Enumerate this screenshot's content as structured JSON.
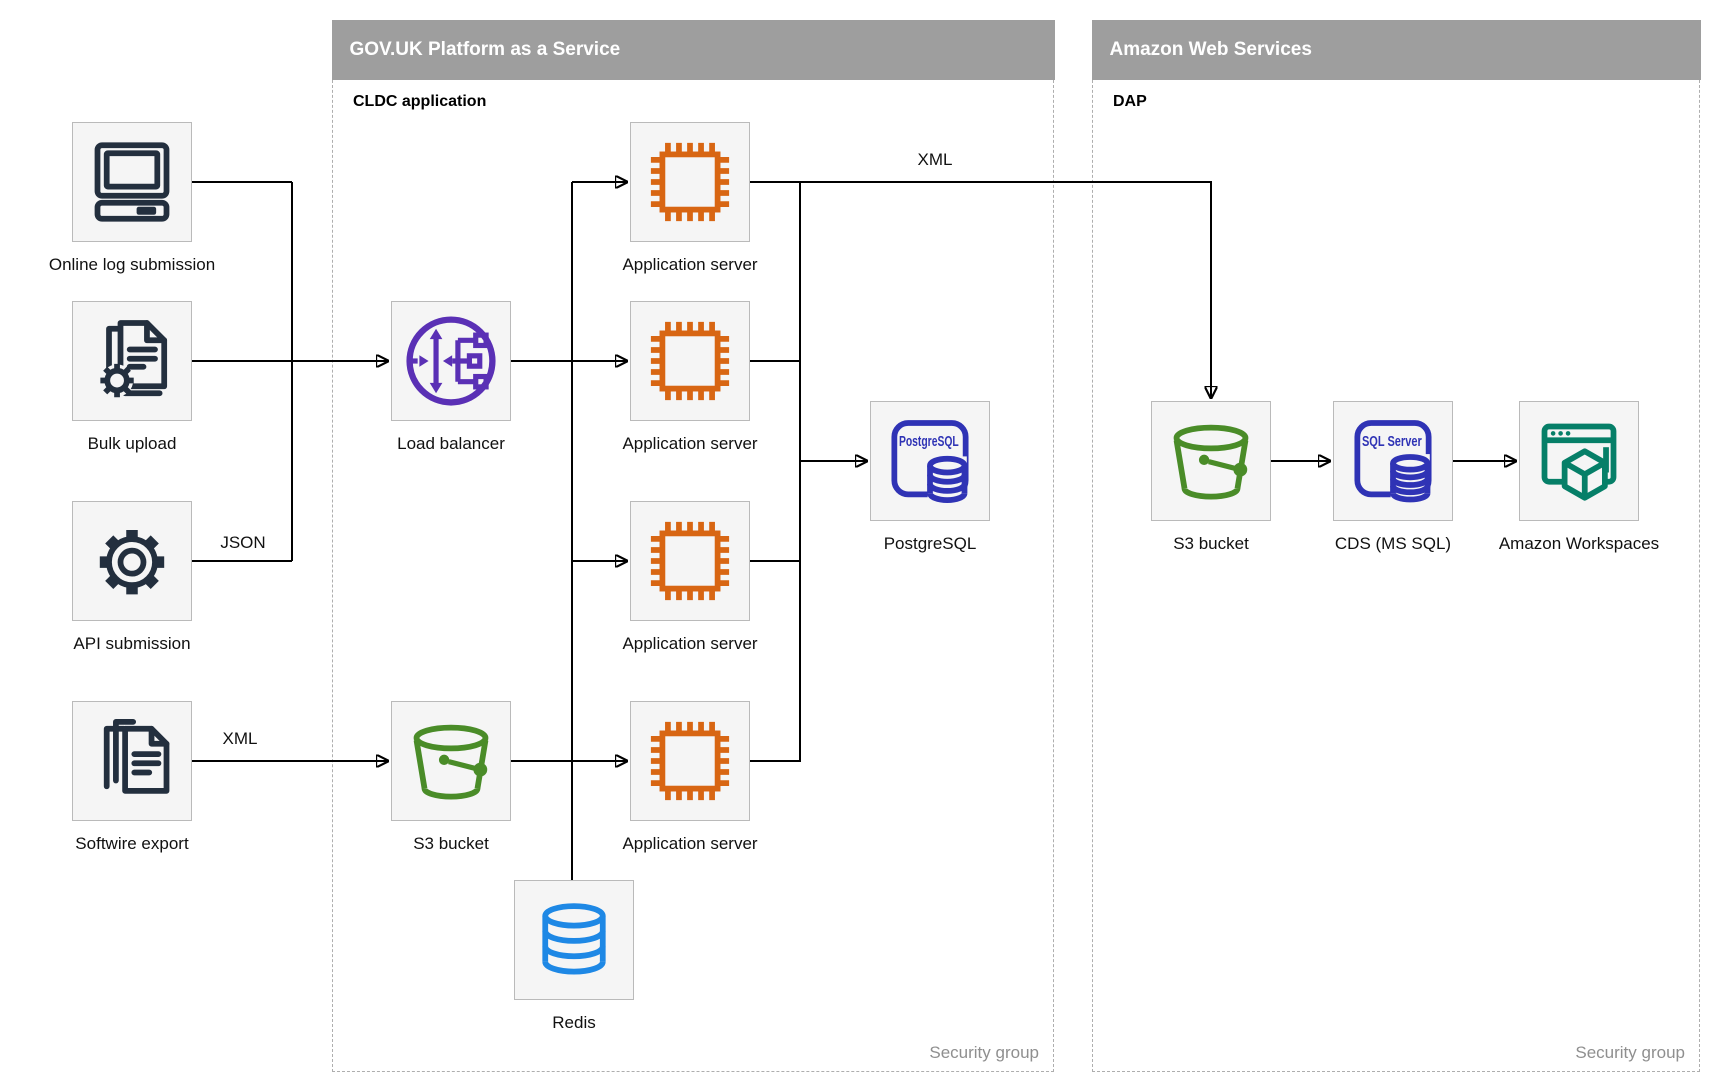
{
  "diagram": {
    "colors": {
      "canvas_bg": "#ffffff",
      "edge": "#000000",
      "label_text": "#111111",
      "container_header_bg": "#9e9e9e",
      "container_header_text": "#ffffff",
      "container_border": "#aeaeae",
      "sublabel_text": "#000000",
      "security_text": "#8f8f8f",
      "node_fill": "#f5f5f5",
      "node_border": "#bababa",
      "icon_dark": "#232f3e",
      "icon_orange": "#d86613",
      "icon_purple": "#5a30b5",
      "icon_green": "#4a8c28",
      "icon_db_blue": "#2f33b5",
      "icon_redis_blue": "#1e88e5",
      "icon_teal": "#067f68"
    },
    "containers": {
      "paas": {
        "title": "GOV.UK Platform as a Service",
        "sublabel": "CLDC application",
        "footer": "Security group"
      },
      "aws": {
        "title": "Amazon Web Services",
        "sublabel": "DAP",
        "footer": "Security group"
      }
    },
    "nodes": {
      "online_log": {
        "label": "Online log submission",
        "icon": "computer-icon"
      },
      "bulk_upload": {
        "label": "Bulk upload",
        "icon": "document-gear-icon"
      },
      "api_submission": {
        "label": "API submission",
        "icon": "gear-icon"
      },
      "softwire_export": {
        "label": "Softwire export",
        "icon": "documents-icon"
      },
      "load_balancer": {
        "label": "Load balancer",
        "icon": "load-balancer-icon"
      },
      "app_server_1": {
        "label": "Application server",
        "icon": "chip-icon"
      },
      "app_server_2": {
        "label": "Application server",
        "icon": "chip-icon"
      },
      "app_server_3": {
        "label": "Application server",
        "icon": "chip-icon"
      },
      "app_server_4": {
        "label": "Application server",
        "icon": "chip-icon"
      },
      "postgresql": {
        "label": "PostgreSQL",
        "icon": "postgresql-icon",
        "icon_text": "PostgreSQL"
      },
      "s3_paas": {
        "label": "S3 bucket",
        "icon": "s3-bucket-icon"
      },
      "redis": {
        "label": "Redis",
        "icon": "redis-icon"
      },
      "s3_aws": {
        "label": "S3 bucket",
        "icon": "s3-bucket-icon"
      },
      "cds": {
        "label": "CDS (MS SQL)",
        "icon": "sql-server-icon",
        "icon_text": "SQL Server"
      },
      "workspaces": {
        "label": "Amazon Workspaces",
        "icon": "workspaces-icon"
      }
    },
    "edge_labels": {
      "api_json": "JSON",
      "softwire_xml": "XML",
      "appserver_xml": "XML"
    }
  }
}
